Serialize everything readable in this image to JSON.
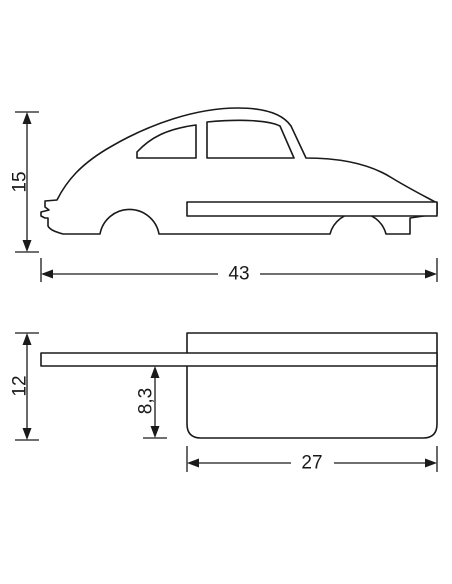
{
  "dimensions": {
    "car_height": "15",
    "car_length": "43",
    "shelf_height": "12",
    "shelf_lip_height": "8,3",
    "shelf_depth": "27"
  }
}
